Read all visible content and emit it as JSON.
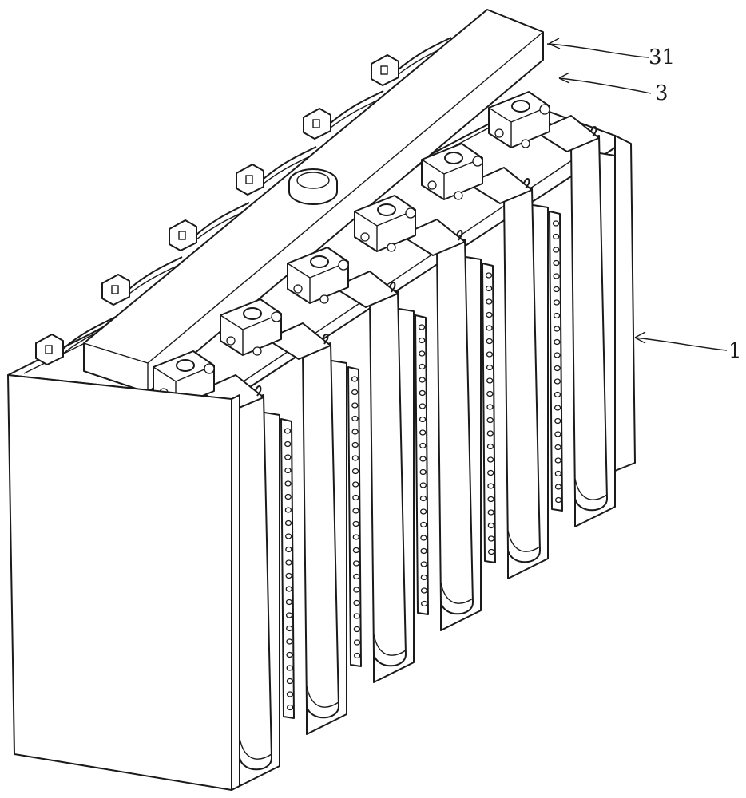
{
  "callouts": [
    {
      "id": "manifold",
      "text": "31"
    },
    {
      "id": "connector-row",
      "text": "3"
    },
    {
      "id": "battery-case",
      "text": "1"
    }
  ]
}
